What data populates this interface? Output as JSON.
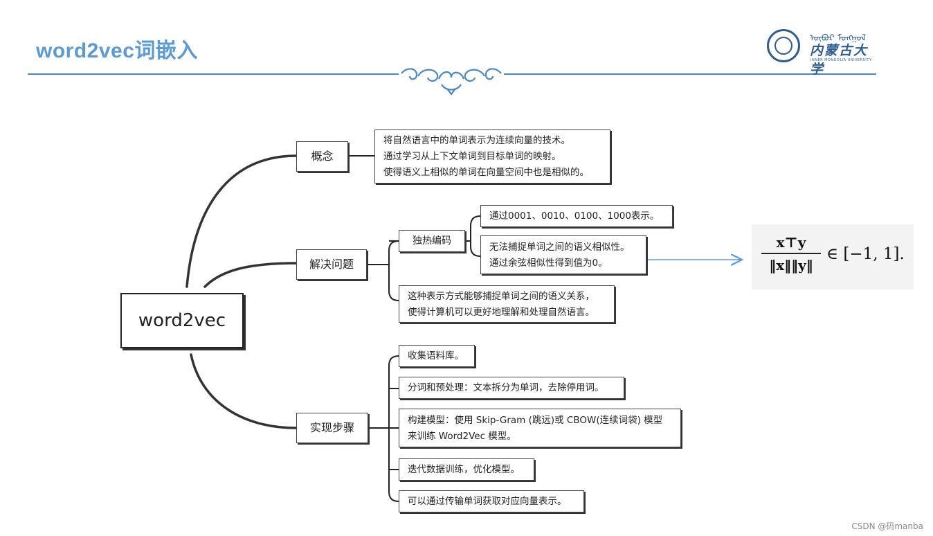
{
  "header": {
    "title": "word2vec词嵌入",
    "logo": {
      "top_text": "ᠥᠪᠦᠷ ᠮᠣᠩᠭᠣᠯ",
      "cn_text": "内蒙古大学",
      "en_text": "INNER MONGOLIA UNIVERSITY"
    }
  },
  "mindmap": {
    "root": "word2vec",
    "branches": [
      {
        "label": "概念",
        "lines": [
          "将自然语言中的单词表示为连续向量的技术。",
          "通过学习从上下文单词到目标单词的映射。",
          "使得语义上相似的单词在向量空间中也是相似的。"
        ]
      },
      {
        "label": "解决问题",
        "sub": {
          "label": "独热编码",
          "items": [
            {
              "lines": [
                "通过0001、0010、0100、1000表示。"
              ]
            },
            {
              "lines": [
                "无法捕捉单词之间的语义相似性。",
                "通过余弦相似性得到值为0。"
              ]
            }
          ]
        },
        "note": {
          "lines": [
            "这种表示方式能够捕捉单词之间的语义关系，",
            "使得计算机可以更好地理解和处理自然语言。"
          ]
        }
      },
      {
        "label": "实现步骤",
        "steps": [
          {
            "lines": [
              "收集语料库。"
            ]
          },
          {
            "lines": [
              "分词和预处理：文本拆分为单词，去除停用词。"
            ]
          },
          {
            "lines": [
              "构建模型：使用 Skip-Gram (跳远)或 CBOW(连续词袋) 模型",
              "来训练 Word2Vec 模型。"
            ]
          },
          {
            "lines": [
              "迭代数据训练，优化模型。"
            ]
          },
          {
            "lines": [
              "可以通过传输单词获取对应向量表示。"
            ]
          }
        ]
      }
    ]
  },
  "formula": {
    "numerator": "x⊤y",
    "denominator": "‖x‖‖y‖",
    "rhs": "∈ [−1, 1]."
  },
  "watermark": "CSDN @码manba",
  "colors": {
    "title": "#5b9bd5",
    "rule": "#4a87c5",
    "arrow": "#5b9bd5",
    "connector": "#222222"
  }
}
